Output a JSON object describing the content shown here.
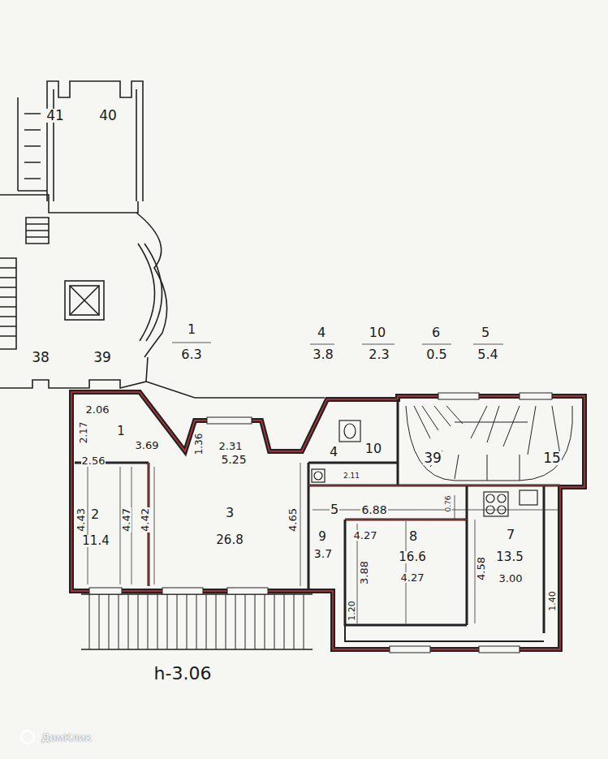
{
  "diagram": {
    "labels": [
      "41",
      "40",
      "38",
      "39",
      "1",
      "6.3",
      "4",
      "3.8",
      "10",
      "2.3",
      "6",
      "0.5",
      "5",
      "5.4",
      "2.06",
      "2.17",
      "1",
      "3.69",
      "2.56",
      "1.36",
      "2.31",
      "5.25",
      "4.43",
      "4.47",
      "4.42",
      "2",
      "11.4",
      "3",
      "26.8",
      "4.65",
      "4",
      "2.11",
      "10",
      "39",
      "15",
      "5",
      "6.88",
      "0.76",
      "9",
      "3.7",
      "4.27",
      "8",
      "16.6",
      "4.27",
      "3.88",
      "1.20",
      "7",
      "13.5",
      "3.00",
      "4.58",
      "1.40",
      "h-3.06",
      "ДомКлик"
    ]
  }
}
